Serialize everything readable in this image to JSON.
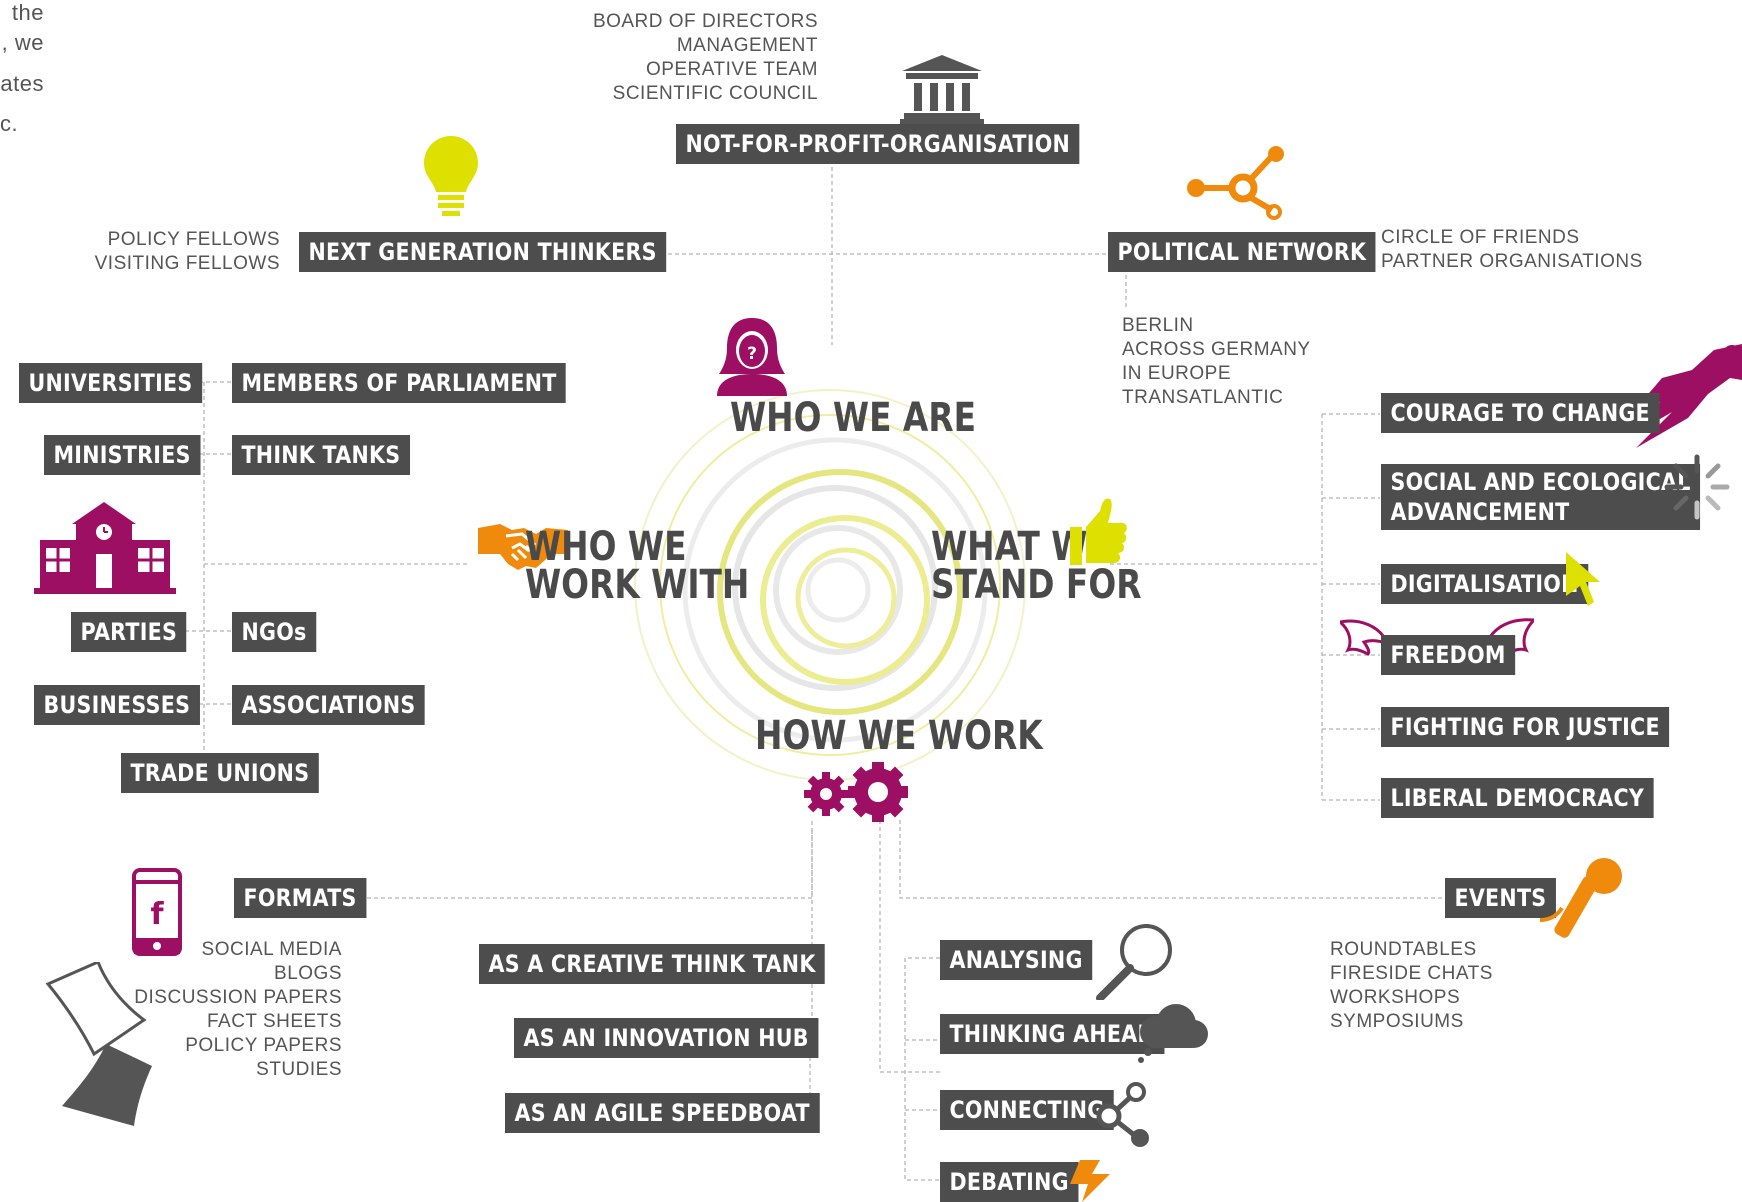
{
  "intro_fragment": {
    "lines": [
      "the",
      ", we",
      "ates",
      "c."
    ]
  },
  "center": {
    "who_we_are": "WHO WE ARE",
    "who_we_work_with": "WHO WE\nWORK WITH",
    "what_we_stand_for": "WHAT WE\nSTAND FOR",
    "how_we_work": "HOW WE WORK"
  },
  "who_we_are": {
    "organisation": "NOT-FOR-PROFIT-ORGANISATION",
    "organisation_items": "BOARD OF DIRECTORS\nMANAGEMENT\nOPERATIVE TEAM\nSCIENTIFIC COUNCIL",
    "next_generation": "NEXT GENERATION THINKERS",
    "fellows": "POLICY FELLOWS\nVISITING FELLOWS",
    "network": "POLITICAL NETWORK",
    "network_items": "CIRCLE OF FRIENDS\nPARTNER ORGANISATIONS",
    "regions": "BERLIN\nACROSS GERMANY\nIN EUROPE\nTRANSATLANTIC"
  },
  "partners": {
    "universities": "UNIVERSITIES",
    "members_of_parliament": "MEMBERS OF PARLIAMENT",
    "ministries": "MINISTRIES",
    "think_tanks": "THINK TANKS",
    "parties": "PARTIES",
    "ngos": "NGOs",
    "businesses": "BUSINESSES",
    "associations": "ASSOCIATIONS",
    "trade_unions": "TRADE UNIONS"
  },
  "values": {
    "courage": "COURAGE TO CHANGE",
    "social": "SOCIAL AND ECOLOGICAL\nADVANCEMENT",
    "digitalisation": "DIGITALISATION",
    "freedom": "FREEDOM",
    "justice": "FIGHTING FOR JUSTICE",
    "democracy": "LIBERAL DEMOCRACY"
  },
  "how": {
    "formats": "FORMATS",
    "formats_items": "SOCIAL MEDIA\nBLOGS\nDISCUSSION PAPERS\nFACT SHEETS\nPOLICY PAPERS\nSTUDIES",
    "creative": "AS A CREATIVE THINK TANK",
    "innovation": "AS AN INNOVATION HUB",
    "speedboat": "AS AN AGILE SPEEDBOAT",
    "analysing": "ANALYSING",
    "thinking": "THINKING AHEAD",
    "connecting": "CONNECTING",
    "debating": "DEBATING",
    "events": "EVENTS",
    "events_items": "ROUNDTABLES\nFIRESIDE CHATS\nWORKSHOPS\nSYMPOSIUMS"
  },
  "colors": {
    "tag_bg": "#4d4d4d",
    "magenta": "#9c0f63",
    "orange": "#f08a0c",
    "lime": "#dde000",
    "gray_icon": "#555555"
  },
  "icons": [
    "building-icon",
    "lightbulb-icon",
    "network-node-icon",
    "woman-question-icon",
    "school-icon",
    "handshake-icon",
    "thumbs-up-icon",
    "gears-icon",
    "superhero-icon",
    "loading-spinner-icon",
    "cursor-arrow-icon",
    "wings-icon",
    "smartphone-facebook-icon",
    "paper-sheets-icon",
    "magnifier-icon",
    "cloud-icon",
    "share-icon",
    "lightning-icon",
    "microphone-icon"
  ]
}
